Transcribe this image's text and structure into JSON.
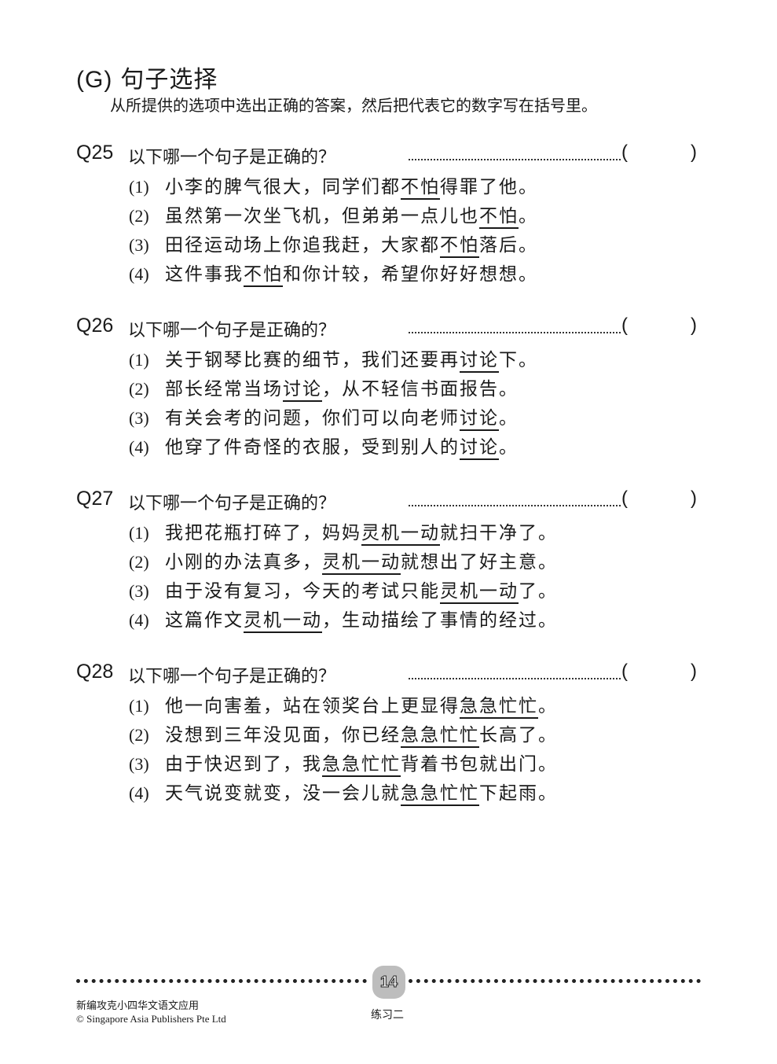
{
  "section": {
    "label": "(G)",
    "title": "句子选择",
    "instructions": "从所提供的选项中选出正确的答案，然后把代表它的数字写在括号里。"
  },
  "questions": [
    {
      "number": "Q25",
      "prompt": "以下哪一个句子是正确的？",
      "answer_open": "(",
      "answer_close": ")",
      "options": [
        {
          "num": "(1)",
          "before": "小李的脾气很大，同学们都",
          "underlined": "不怕",
          "after": "得罪了他。"
        },
        {
          "num": "(2)",
          "before": "虽然第一次坐飞机，但弟弟一点儿也",
          "underlined": "不怕",
          "after": "。"
        },
        {
          "num": "(3)",
          "before": "田径运动场上你追我赶，大家都",
          "underlined": "不怕",
          "after": "落后。"
        },
        {
          "num": "(4)",
          "before": "这件事我",
          "underlined": "不怕",
          "after": "和你计较，希望你好好想想。"
        }
      ]
    },
    {
      "number": "Q26",
      "prompt": "以下哪一个句子是正确的？",
      "answer_open": "(",
      "answer_close": ")",
      "options": [
        {
          "num": "(1)",
          "before": "关于钢琴比赛的细节，我们还要再",
          "underlined": "讨论",
          "after": "下。"
        },
        {
          "num": "(2)",
          "before": "部长经常当场",
          "underlined": "讨论",
          "after": "，从不轻信书面报告。"
        },
        {
          "num": "(3)",
          "before": "有关会考的问题，你们可以向老师",
          "underlined": "讨论",
          "after": "。"
        },
        {
          "num": "(4)",
          "before": "他穿了件奇怪的衣服，受到别人的",
          "underlined": "讨论",
          "after": "。"
        }
      ]
    },
    {
      "number": "Q27",
      "prompt": "以下哪一个句子是正确的？",
      "answer_open": "(",
      "answer_close": ")",
      "options": [
        {
          "num": "(1)",
          "before": "我把花瓶打碎了，妈妈",
          "underlined": "灵机一动",
          "after": "就扫干净了。"
        },
        {
          "num": "(2)",
          "before": "小刚的办法真多，",
          "underlined": "灵机一动",
          "after": "就想出了好主意。"
        },
        {
          "num": "(3)",
          "before": "由于没有复习，今天的考试只能",
          "underlined": "灵机一动",
          "after": "了。"
        },
        {
          "num": "(4)",
          "before": "这篇作文",
          "underlined": "灵机一动",
          "after": "，生动描绘了事情的经过。"
        }
      ]
    },
    {
      "number": "Q28",
      "prompt": "以下哪一个句子是正确的？",
      "answer_open": "(",
      "answer_close": ")",
      "options": [
        {
          "num": "(1)",
          "before": "他一向害羞，站在领奖台上更显得",
          "underlined": "急急忙忙",
          "after": "。"
        },
        {
          "num": "(2)",
          "before": "没想到三年没见面，你已经",
          "underlined": "急急忙忙",
          "after": "长高了。"
        },
        {
          "num": "(3)",
          "before": "由于快迟到了，我",
          "underlined": "急急忙忙",
          "after": "背着书包就出门。"
        },
        {
          "num": "(4)",
          "before": "天气说变就变，没一会儿就",
          "underlined": "急急忙忙",
          "after": "下起雨。"
        }
      ]
    }
  ],
  "footer": {
    "page_number": "14",
    "book_title": "新编攻克小四华文语文应用",
    "copyright": "© Singapore Asia Publishers Pte Ltd",
    "exercise": "练习二"
  }
}
